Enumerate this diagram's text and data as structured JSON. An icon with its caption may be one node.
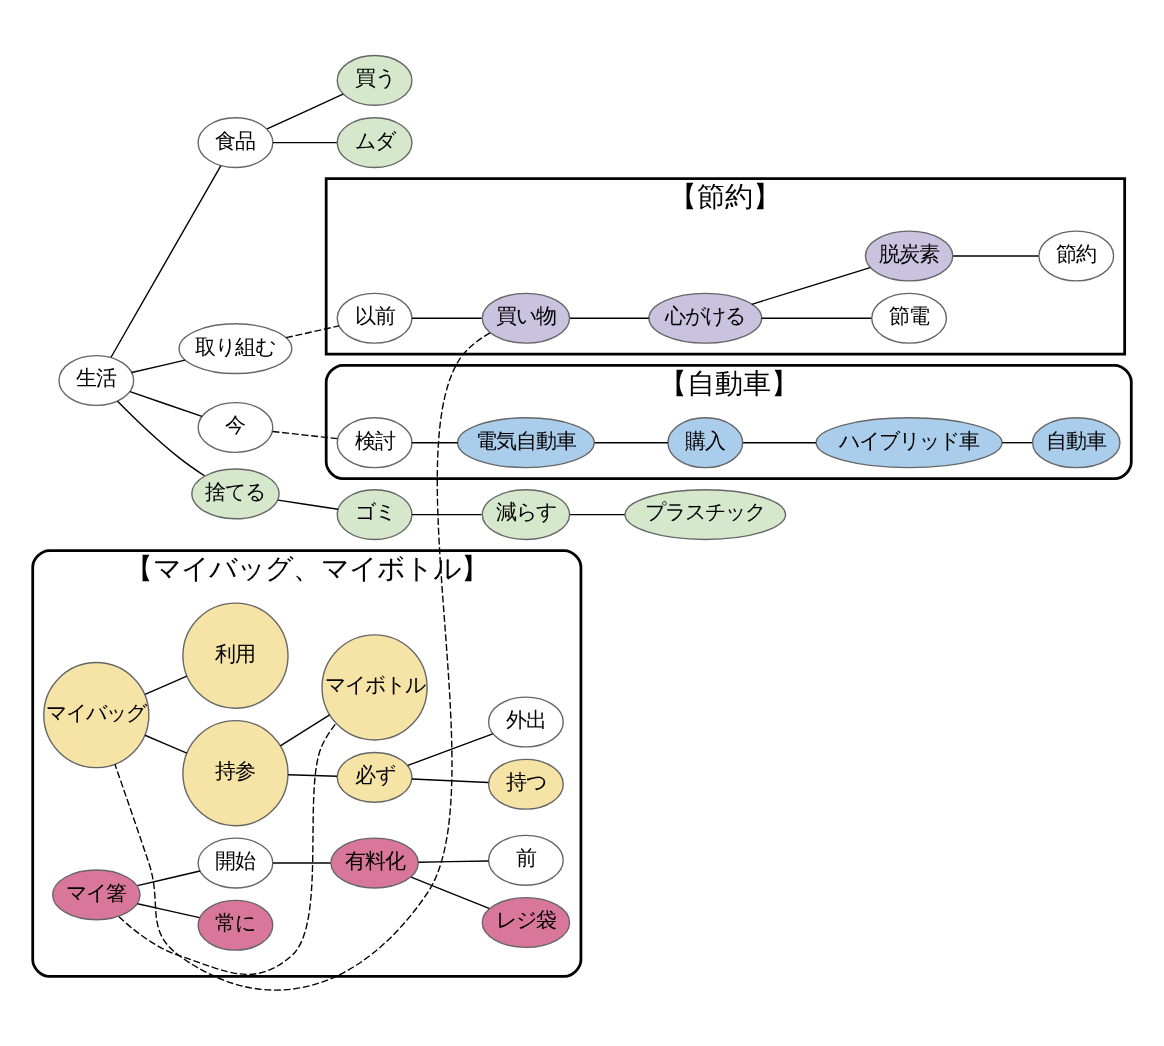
{
  "diagram": {
    "nodes": [
      {
        "text": [
          "プラスチック"
        ]
      },
      {
        "text": [
          "減らす"
        ]
      },
      {
        "text": [
          "ゴミ"
        ]
      },
      {
        "text": [
          "【自動車】"
        ]
      },
      {
        "text": [
          "電気自動車"
        ],
        "in": 3
      },
      {
        "text": [
          "購入"
        ],
        "in": 3
      },
      {
        "text": [
          "ハイブリッド車"
        ],
        "in": 3
      },
      {
        "text": [
          "検討"
        ],
        "in": 3
      },
      {
        "text": [
          "自動車"
        ],
        "in": 3
      },
      {
        "text": [
          "捨てる"
        ]
      },
      {
        "text": [
          "今"
        ]
      },
      {
        "text": [
          "生活"
        ]
      },
      {
        "text": [
          "ムダ"
        ]
      },
      {
        "text": [
          "食品"
        ]
      },
      {
        "text": [
          "取り組む"
        ]
      },
      {
        "text": [
          "買う"
        ]
      },
      {
        "text": [
          "【節約】"
        ]
      },
      {
        "text": [
          "節電"
        ],
        "in": 16
      },
      {
        "text": [
          "心がける"
        ],
        "in": 16
      },
      {
        "text": [
          "以前"
        ],
        "in": 16
      },
      {
        "text": [
          "買い物"
        ],
        "in": 16
      },
      {
        "text": [
          "脱炭素"
        ],
        "in": 16
      },
      {
        "text": [
          "節約"
        ],
        "in": 16
      },
      {
        "text": [
          "【マイバッグ、マイボトル】"
        ]
      },
      {
        "text": [
          "レジ袋"
        ],
        "in": 23
      },
      {
        "text": [
          "マイバッグ"
        ],
        "in": 23
      },
      {
        "text": [
          "利用"
        ],
        "in": 23
      },
      {
        "text": [
          "前"
        ],
        "in": 23
      },
      {
        "text": [
          "有料化"
        ],
        "in": 23
      },
      {
        "text": [
          "持参"
        ],
        "in": 23
      },
      {
        "text": [
          "マイボトル"
        ],
        "in": 23
      },
      {
        "text": [
          "持つ"
        ],
        "in": 23
      },
      {
        "text": [
          "必ず"
        ],
        "in": 23
      },
      {
        "text": [
          "開始"
        ],
        "in": 23
      },
      {
        "text": [
          "マイ箸"
        ],
        "in": 23
      },
      {
        "text": [
          "外出"
        ],
        "in": 23
      },
      {
        "text": [
          "常に"
        ],
        "in": 23
      }
    ],
    "edges": [
      {
        "from": 0,
        "to": 1,
        "arrow": "none"
      },
      {
        "from": 1,
        "to": 2,
        "arrow": "none"
      },
      {
        "from": 2,
        "to": 9,
        "arrow": "none"
      },
      {
        "from": 9,
        "to": 11,
        "arrow": "none"
      },
      {
        "from": 10,
        "to": 11,
        "arrow": "none"
      },
      {
        "from": 10,
        "to": 7,
        "arrow": "none",
        "style": "dashed"
      },
      {
        "from": 11,
        "to": 13,
        "arrow": "none"
      },
      {
        "from": 11,
        "to": 14,
        "arrow": "none"
      },
      {
        "from": 12,
        "to": 13,
        "arrow": "none"
      },
      {
        "from": 13,
        "to": 15,
        "arrow": "none"
      },
      {
        "from": 14,
        "to": 19,
        "arrow": "none",
        "style": "dashed"
      },
      {
        "from": 4,
        "to": 5,
        "arrow": "none"
      },
      {
        "from": 5,
        "to": 6,
        "arrow": "none"
      },
      {
        "from": 6,
        "to": 8,
        "arrow": "none"
      },
      {
        "from": 4,
        "to": 7,
        "arrow": "none"
      },
      {
        "from": 19,
        "to": 20,
        "arrow": "none"
      },
      {
        "from": 20,
        "to": 18,
        "arrow": "none"
      },
      {
        "from": 18,
        "to": 17,
        "arrow": "none"
      },
      {
        "from": 18,
        "to": 21,
        "arrow": "none"
      },
      {
        "from": 21,
        "to": 22,
        "arrow": "none"
      },
      {
        "from": 20,
        "to": 25,
        "arrow": "none",
        "style": "dashed"
      },
      {
        "from": 25,
        "to": 26,
        "arrow": "none"
      },
      {
        "from": 25,
        "to": 29,
        "arrow": "none"
      },
      {
        "from": 29,
        "to": 30,
        "arrow": "none"
      },
      {
        "from": 29,
        "to": 32,
        "arrow": "none"
      },
      {
        "from": 32,
        "to": 31,
        "arrow": "none"
      },
      {
        "from": 32,
        "to": 35,
        "arrow": "none"
      },
      {
        "from": 24,
        "to": 28,
        "arrow": "none"
      },
      {
        "from": 27,
        "to": 28,
        "arrow": "none"
      },
      {
        "from": 28,
        "to": 33,
        "arrow": "none"
      },
      {
        "from": 33,
        "to": 34,
        "arrow": "none"
      },
      {
        "from": 34,
        "to": 36,
        "arrow": "none"
      },
      {
        "from": 34,
        "to": 30,
        "arrow": "none",
        "style": "dashed"
      }
    ]
  }
}
